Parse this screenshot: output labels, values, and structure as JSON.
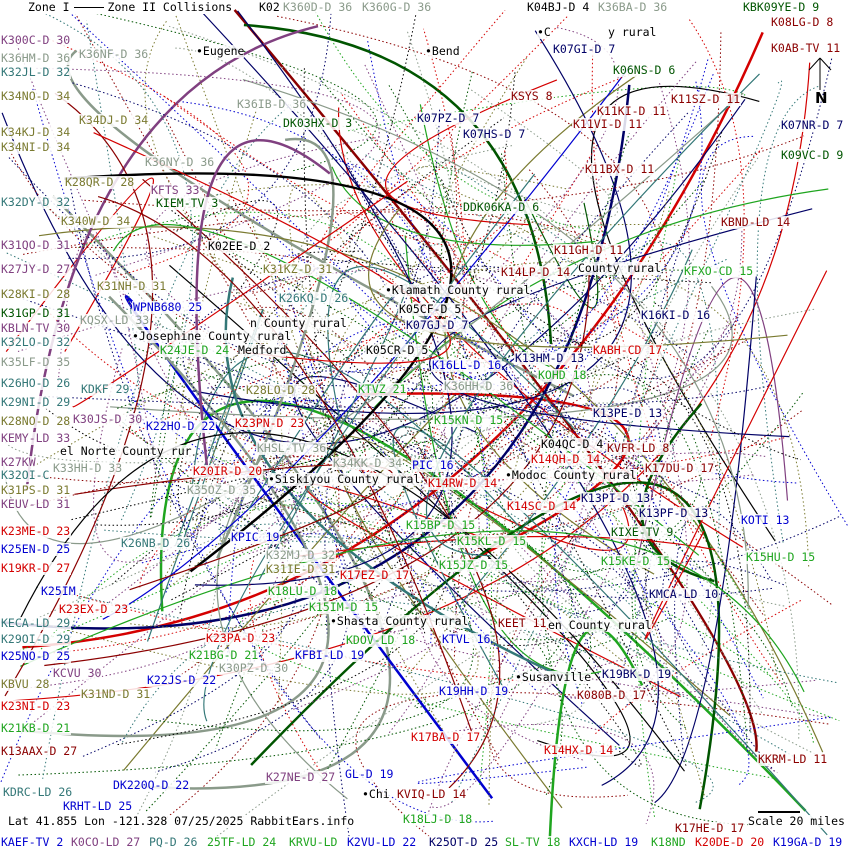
{
  "legend": {
    "zone1": "Zone I",
    "zone2": "Zone II Collisions"
  },
  "status": {
    "coords": "Lat 41.855 Lon -121.328 07/25/2025 RabbitEars.info",
    "scale": "Scale 20 miles",
    "north": "N"
  },
  "colors": {
    "green": "#1fa51f",
    "red": "#d40000",
    "darkred": "#8b0000",
    "blue": "#0000d0",
    "navy": "#000066",
    "gray": "#8a9a8a",
    "olive": "#7a7a30",
    "purple": "#804080",
    "teal": "#337777",
    "darkgreen": "#005500",
    "black": "#000000"
  },
  "places": [
    "Eugene",
    "Bend",
    "C",
    "y rural",
    "Klamath County rural",
    "County rural",
    "Josephine County rural",
    "n County rural",
    "Medford",
    "el Norte County rur",
    "Siskiyou County rural",
    "Modoc County rural",
    "Shasta County rural",
    "en County rural",
    "Susanville",
    "Chi"
  ],
  "stations": [
    {
      "t": "K300C-D 30",
      "c": "purple"
    },
    {
      "t": "K36HM-D 36",
      "c": "gray"
    },
    {
      "t": "K32JL-D 32",
      "c": "teal"
    },
    {
      "t": "K34NO-D 34",
      "c": "olive"
    },
    {
      "t": "K34KJ-D 34",
      "c": "olive"
    },
    {
      "t": "K34DJ-D 34",
      "c": "olive"
    },
    {
      "t": "K36NF-D 36",
      "c": "gray"
    },
    {
      "t": "K36IB-D 36",
      "c": "gray"
    },
    {
      "t": "DK03HX-D 3",
      "c": "darkgreen"
    },
    {
      "t": "K36NY-D 36",
      "c": "gray"
    },
    {
      "t": "K28QR-D 28",
      "c": "olive"
    },
    {
      "t": "KFTS 33",
      "c": "purple"
    },
    {
      "t": "KIEM-TV 3",
      "c": "darkgreen"
    },
    {
      "t": "K32DY-D 32",
      "c": "teal"
    },
    {
      "t": "K340W-D 34",
      "c": "olive"
    },
    {
      "t": "K31QO-D 31",
      "c": "purple"
    },
    {
      "t": "K27JY-D 27",
      "c": "purple"
    },
    {
      "t": "K28KI-D 28",
      "c": "olive"
    },
    {
      "t": "K31GP-D 31",
      "c": "darkgreen"
    },
    {
      "t": "KBLN-TV 30",
      "c": "purple"
    },
    {
      "t": "K32LO-D 32",
      "c": "teal"
    },
    {
      "t": "K35LF-D 35",
      "c": "gray"
    },
    {
      "t": "K26HO-D 26",
      "c": "teal"
    },
    {
      "t": "K29NI-D 29",
      "c": "teal"
    },
    {
      "t": "K28NO-D 28",
      "c": "olive"
    },
    {
      "t": "KEMY-LD 33",
      "c": "purple"
    },
    {
      "t": "K30JS-D 30",
      "c": "purple"
    },
    {
      "t": "K27KW",
      "c": "purple"
    },
    {
      "t": "K32OI-C",
      "c": "teal"
    },
    {
      "t": "K31PS-D 31",
      "c": "olive"
    },
    {
      "t": "KEUV-LD 31",
      "c": "purple"
    },
    {
      "t": "K23ME-D 23",
      "c": "red"
    },
    {
      "t": "K25EN-D 25",
      "c": "blue"
    },
    {
      "t": "K19KR-D 27",
      "c": "red"
    },
    {
      "t": "K25IM",
      "c": "blue"
    },
    {
      "t": "K23EX-D 23",
      "c": "red"
    },
    {
      "t": "KECA-LD 29",
      "c": "teal"
    },
    {
      "t": "K29OI-D 29",
      "c": "teal"
    },
    {
      "t": "K25NO-D 25",
      "c": "blue"
    },
    {
      "t": "KBVU 28",
      "c": "olive"
    },
    {
      "t": "K23NI-D 23",
      "c": "red"
    },
    {
      "t": "K21KB-D 21",
      "c": "green"
    },
    {
      "t": "K13AAX-D 27",
      "c": "darkred"
    },
    {
      "t": "KDRC-LD 26",
      "c": "teal"
    },
    {
      "t": "K02EE-D 2",
      "c": "black"
    },
    {
      "t": "K31KZ-D 31",
      "c": "olive"
    },
    {
      "t": "K31NH-D 31",
      "c": "olive"
    },
    {
      "t": "WPNB680 25",
      "c": "blue"
    },
    {
      "t": "K26KQ-D 26",
      "c": "teal"
    },
    {
      "t": "K05CF-D 5",
      "c": "black"
    },
    {
      "t": "K07GJ-D 7",
      "c": "navy"
    },
    {
      "t": "K05CR-D 5",
      "c": "black"
    },
    {
      "t": "KQSX-LD 33",
      "c": "gray"
    },
    {
      "t": "K24JE-D 24",
      "c": "green"
    },
    {
      "t": "K16LL-D 16",
      "c": "blue"
    },
    {
      "t": "K36HH-D 36",
      "c": "gray"
    },
    {
      "t": "KTVZ 21",
      "c": "green"
    },
    {
      "t": "K28LO-D 28",
      "c": "olive"
    },
    {
      "t": "KDKF 29",
      "c": "teal"
    },
    {
      "t": "K23PN-D 23",
      "c": "red"
    },
    {
      "t": "KHSL-TV 36",
      "c": "gray"
    },
    {
      "t": "K22HO-D 22",
      "c": "blue"
    },
    {
      "t": "K33HH-D 33",
      "c": "gray"
    },
    {
      "t": "K20IR-D 20",
      "c": "red"
    },
    {
      "t": "K15KN-D 15",
      "c": "green"
    },
    {
      "t": "K34KK-D 34",
      "c": "gray"
    },
    {
      "t": "PIC 16",
      "c": "blue"
    },
    {
      "t": "K14RW-D 14",
      "c": "red"
    },
    {
      "t": "K35OZ-D 35",
      "c": "gray"
    },
    {
      "t": "K14SC-D 14",
      "c": "red"
    },
    {
      "t": "K15BP-D 15",
      "c": "green"
    },
    {
      "t": "K15KL-D 15",
      "c": "green"
    },
    {
      "t": "K15JZ-D 15",
      "c": "green"
    },
    {
      "t": "KPIC 19",
      "c": "blue"
    },
    {
      "t": "K26NB-D 26",
      "c": "teal"
    },
    {
      "t": "K32MJ-D 32",
      "c": "gray"
    },
    {
      "t": "K31IE-D 31",
      "c": "olive"
    },
    {
      "t": "K17EZ-D 17",
      "c": "red"
    },
    {
      "t": "K18LU-D 18",
      "c": "green"
    },
    {
      "t": "K15IM-D 15",
      "c": "green"
    },
    {
      "t": "KDOV-LD 18",
      "c": "green"
    },
    {
      "t": "K23PA-D 23",
      "c": "red"
    },
    {
      "t": "K21BG-D 21",
      "c": "green"
    },
    {
      "t": "KFBI-LD 19",
      "c": "blue"
    },
    {
      "t": "K30PZ-D 30",
      "c": "gray"
    },
    {
      "t": "K22JS-D 22",
      "c": "blue"
    },
    {
      "t": "K31ND-D 31",
      "c": "olive"
    },
    {
      "t": "KCVU 30",
      "c": "purple"
    },
    {
      "t": "K19HH-D 19",
      "c": "blue"
    },
    {
      "t": "KTVL 16",
      "c": "blue"
    },
    {
      "t": "KEET 11",
      "c": "darkred"
    },
    {
      "t": "K17BA-D 17",
      "c": "red"
    },
    {
      "t": "K14HX-D 14",
      "c": "red"
    },
    {
      "t": "K27NE-D 27",
      "c": "purple"
    },
    {
      "t": "GL-D 19",
      "c": "blue"
    },
    {
      "t": "DK220Q-D 22",
      "c": "blue"
    },
    {
      "t": "KVIQ-LD 14",
      "c": "darkred"
    },
    {
      "t": "K18LJ-D 18",
      "c": "green"
    },
    {
      "t": "K04BJ-D 4",
      "c": "black"
    },
    {
      "t": "K36BA-D 36",
      "c": "gray"
    },
    {
      "t": "K07GI-D 7",
      "c": "navy"
    },
    {
      "t": "K06NS-D 6",
      "c": "darkgreen"
    },
    {
      "t": "KSYS 8",
      "c": "darkred"
    },
    {
      "t": "K11SZ-D 11",
      "c": "darkred"
    },
    {
      "t": "K11KI-D 11",
      "c": "darkred"
    },
    {
      "t": "K11VI-D 11",
      "c": "darkred"
    },
    {
      "t": "K07PZ-D 7",
      "c": "navy"
    },
    {
      "t": "K07HS-D 7",
      "c": "navy"
    },
    {
      "t": "K11BX-D 11",
      "c": "darkred"
    },
    {
      "t": "DDK06KA-D 6",
      "c": "darkgreen"
    },
    {
      "t": "K11GH-D 11",
      "c": "darkred"
    },
    {
      "t": "K14LP-D 14",
      "c": "darkred"
    },
    {
      "t": "KFXO-CD 15",
      "c": "green"
    },
    {
      "t": "K16KI-D 16",
      "c": "navy"
    },
    {
      "t": "KBND-LD 14",
      "c": "darkred"
    },
    {
      "t": "KABH-CD 17",
      "c": "red"
    },
    {
      "t": "K13HM-D 13",
      "c": "navy"
    },
    {
      "t": "KOHD 18",
      "c": "green"
    },
    {
      "t": "K13PE-D 13",
      "c": "navy"
    },
    {
      "t": "K04QC-D 4",
      "c": "black"
    },
    {
      "t": "KVFR-LD 8",
      "c": "darkred"
    },
    {
      "t": "K14QH-D 14",
      "c": "red"
    },
    {
      "t": "K17DU-D 17",
      "c": "darkred"
    },
    {
      "t": "K13PI-D 13",
      "c": "navy"
    },
    {
      "t": "K13PF-D 13",
      "c": "navy"
    },
    {
      "t": "KIXE-TV 9",
      "c": "darkgreen"
    },
    {
      "t": "KOTI 13",
      "c": "blue"
    },
    {
      "t": "K15KE-D 15",
      "c": "green"
    },
    {
      "t": "K15HU-D 15",
      "c": "green"
    },
    {
      "t": "KMCA-LD 10",
      "c": "navy"
    },
    {
      "t": "K19BK-D 19",
      "c": "navy"
    },
    {
      "t": "K080B-D 17",
      "c": "darkred"
    },
    {
      "t": "KKRM-LD 11",
      "c": "darkred"
    },
    {
      "t": "KBK09YE-D 9",
      "c": "darkgreen"
    },
    {
      "t": "K08LG-D 8",
      "c": "darkred"
    },
    {
      "t": "K0AB-TV 11",
      "c": "darkred"
    },
    {
      "t": "K07NR-D 7",
      "c": "navy"
    },
    {
      "t": "K09VC-D 9",
      "c": "darkgreen"
    },
    {
      "t": "K360D-D 36",
      "c": "gray"
    },
    {
      "t": "K360G-D 36",
      "c": "gray"
    },
    {
      "t": "K02",
      "c": "black"
    },
    {
      "t": "K34NI-D 34",
      "c": "olive"
    },
    {
      "t": "KRHT-LD 25",
      "c": "blue"
    },
    {
      "t": "KAEF-TV 2",
      "c": "blue"
    },
    {
      "t": "K0CO-LD 27",
      "c": "purple"
    },
    {
      "t": "PQ-D 26",
      "c": "teal"
    },
    {
      "t": "25TF-LD 24",
      "c": "green"
    },
    {
      "t": "KRVU-LD",
      "c": "green"
    },
    {
      "t": "K2VU-LD 22",
      "c": "blue"
    },
    {
      "t": "K25OT-D 25",
      "c": "navy"
    },
    {
      "t": "SL-TV 18",
      "c": "green"
    },
    {
      "t": "KXCH-LD 19",
      "c": "blue"
    },
    {
      "t": "K18ND",
      "c": "green"
    },
    {
      "t": "K20DE-D 20",
      "c": "red"
    },
    {
      "t": "K19GA-D 19",
      "c": "blue"
    },
    {
      "t": "K17HE-D 17",
      "c": "darkred"
    }
  ]
}
